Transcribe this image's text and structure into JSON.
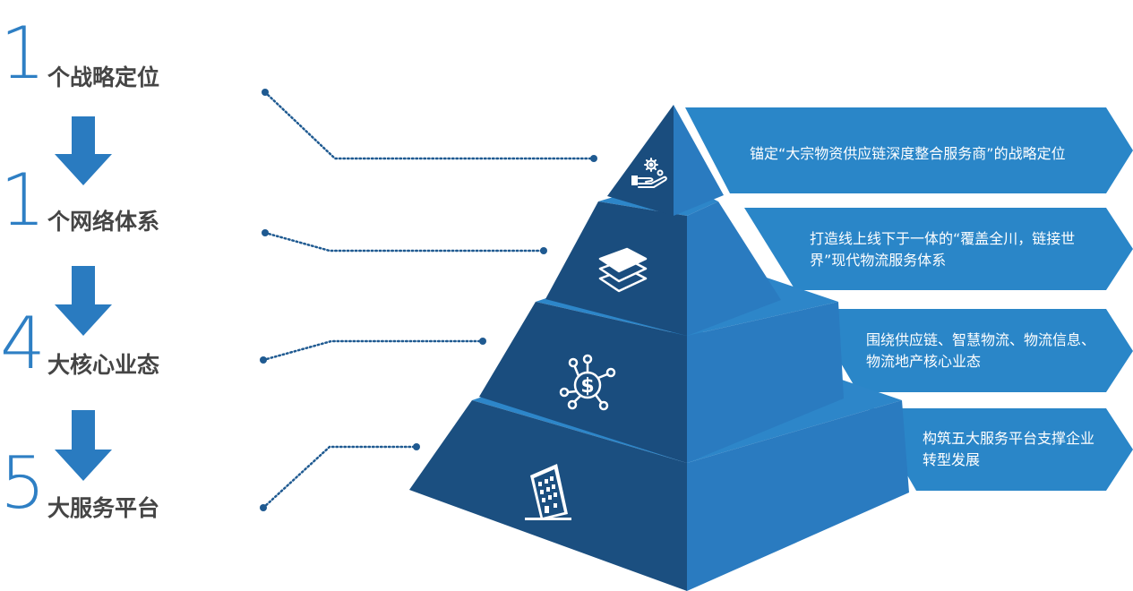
{
  "steps": [
    {
      "number": "1",
      "label": "个战略定位"
    },
    {
      "number": "1",
      "label": "个网络体系"
    },
    {
      "number": "4",
      "label": "大核心业态"
    },
    {
      "number": "5",
      "label": "大服务平台"
    }
  ],
  "banners": [
    {
      "text": "锚定“大宗物资供应链深度整合服务商”的战略定位",
      "icon": "gear-hand-icon"
    },
    {
      "text": "打造线上线下于一体的“覆盖全川，链接世界”现代物流服务体系",
      "icon": "layers-icon"
    },
    {
      "text": "围绕供应链、智慧物流、物流信息、物流地产核心业态",
      "icon": "dollar-network-icon"
    },
    {
      "text": "构筑五大服务平台支撑企业转型发展",
      "icon": "building-icon"
    }
  ],
  "colors": {
    "number": "#2E7FC4",
    "arrow": "#2A7BC0",
    "pyramid_light": "#2A84C6",
    "pyramid_dark": "#1A4D7E",
    "banner": "#2A86C8",
    "dots": "#1F5A91"
  }
}
